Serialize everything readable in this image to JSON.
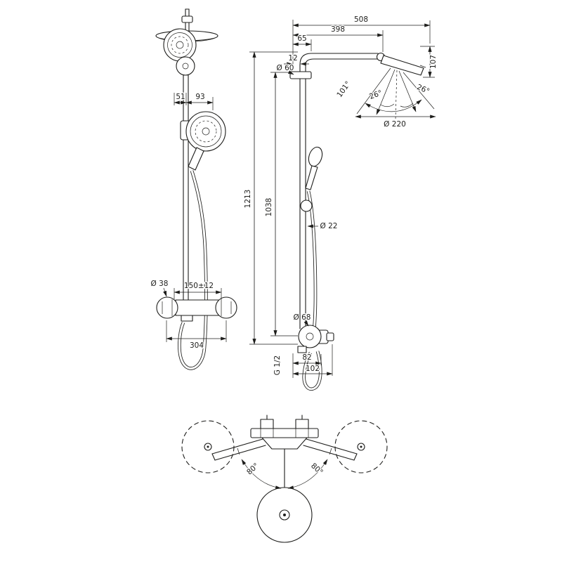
{
  "colors": {
    "line": "#1d1d1b",
    "background": "#ffffff"
  },
  "front": {
    "d51": "51",
    "d93": "93",
    "d38": "Ø 38",
    "d150": "150±12",
    "d304": "304"
  },
  "side": {
    "d508": "508",
    "d398": "398",
    "d65": "65",
    "d12": "12",
    "d60": "Ø 60",
    "a101": "101°",
    "a26l": "26°",
    "a26r": "26°",
    "d220": "Ø 220",
    "d107": "107",
    "d1213": "1213",
    "d1038": "1038",
    "d22": "Ø 22",
    "d68": "Ø 68",
    "g12": "G 1/2",
    "d82": "82",
    "d102": "102"
  },
  "plan": {
    "a80l": "80°",
    "a80r": "80°"
  }
}
